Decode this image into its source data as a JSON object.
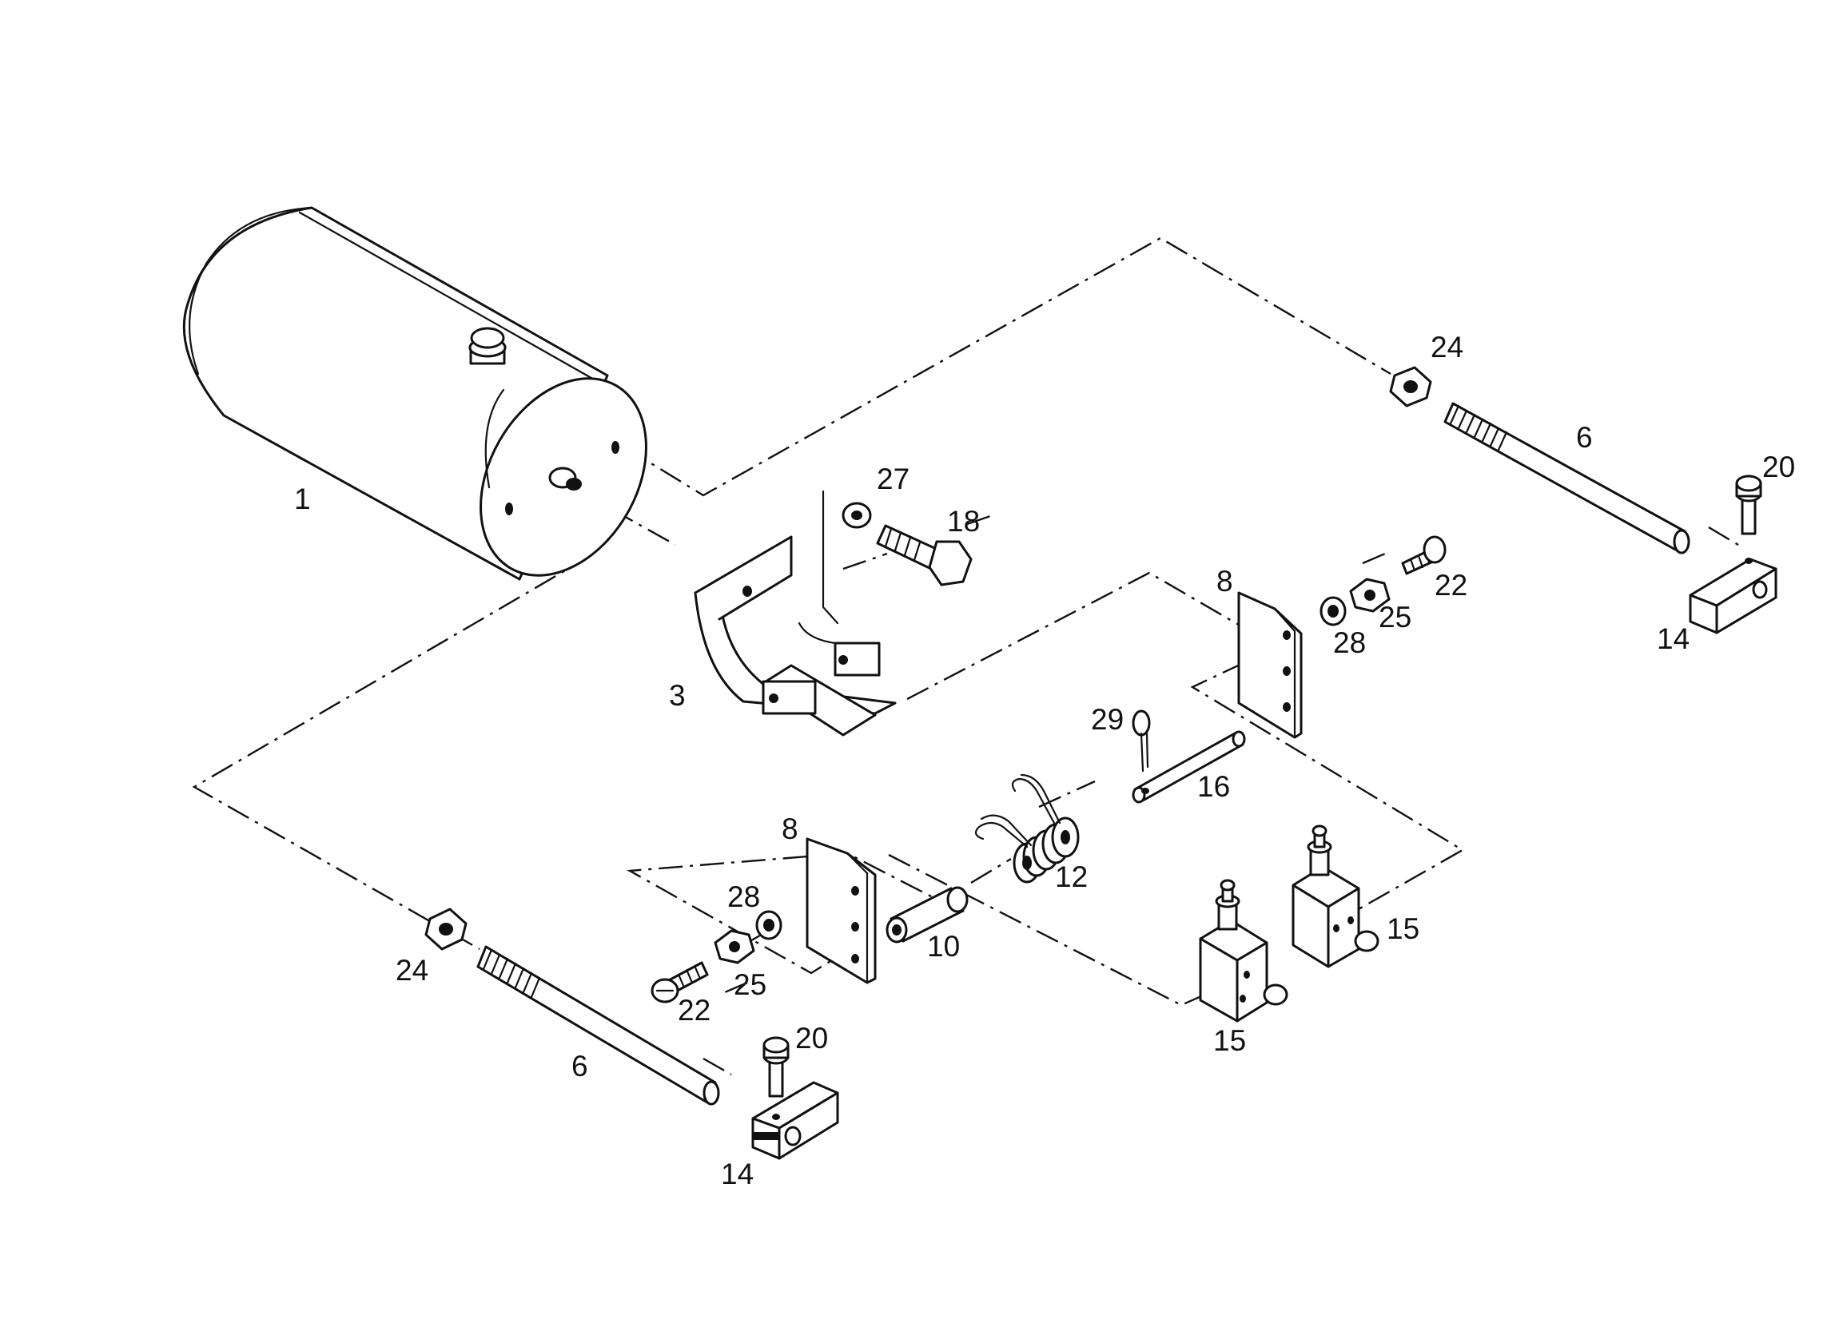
{
  "labels": {
    "l1": "1",
    "l3": "3",
    "l6a": "6",
    "l6b": "6",
    "l8a": "8",
    "l8b": "8",
    "l10": "10",
    "l12": "12",
    "l14a": "14",
    "l14b": "14",
    "l15a": "15",
    "l15b": "15",
    "l16": "16",
    "l18": "18",
    "l20a": "20",
    "l20b": "20",
    "l22a": "22",
    "l22b": "22",
    "l24a": "24",
    "l24b": "24",
    "l25a": "25",
    "l25b": "25",
    "l27": "27",
    "l28a": "28",
    "l28b": "28",
    "l29": "29"
  }
}
